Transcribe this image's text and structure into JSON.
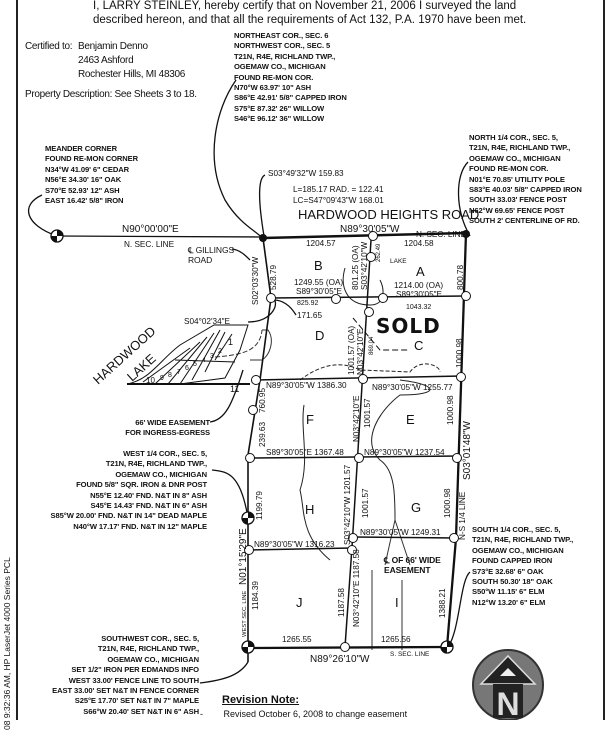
{
  "certification": {
    "line1": "I, LARRY STEINLEY, hereby certify that on November 21, 2006 I surveyed the land",
    "line2": "described hereon, and that all the requirements of Act 132, P.A. 1970 have been met."
  },
  "certified_to": {
    "label": "Certified to:",
    "name": "Benjamin Denno",
    "street": "2463 Ashford",
    "city": "Rochester Hills, MI 48306"
  },
  "property_description": "Property Description: See Sheets 3 to 18.",
  "callouts": {
    "ne_sec6": [
      "NORTHEAST COR., SEC. 6",
      "NORTHWEST COR., SEC. 5",
      "T21N, R4E, RICHLAND TWP.,",
      "OGEMAW CO., MICHIGAN",
      "FOUND RE-MON COR.",
      "N70°W 63.97' 10\" ASH",
      "S86°E 42.91' 5/8\" CAPPED IRON",
      "S75°E 87.32' 26\" WILLOW",
      "S46°E 96.12' 36\" WILLOW"
    ],
    "meander": [
      "MEANDER CORNER",
      "FOUND RE-MON CORNER",
      "N34°W 41.09' 6\" CEDAR",
      "N56°E 34.30' 16\" OAK",
      "S70°E 52.93' 12\" ASH",
      "EAST 16.42' 5/8\" IRON"
    ],
    "north_quarter": [
      "NORTH 1/4 COR., SEC. 5,",
      "T21N, R4E, RICHLAND TWP.,",
      "OGEMAW CO., MICHIGAN",
      "FOUND RE-MON COR.",
      "N01°E 70.85' UTILITY POLE",
      "S83°E 40.03' 5/8\" CAPPED IRON",
      "SOUTH 33.03' FENCE POST",
      "N62°W 69.65' FENCE POST",
      "SOUTH 2' CENTERLINE OF RD."
    ],
    "west_quarter": [
      "WEST 1/4 COR., SEC. 5,",
      "T21N, R4E, RICHLAND TWP.,",
      "OGEMAW CO., MICHIGAN",
      "FOUND 5/8\" SQR. IRON & DNR POST",
      "N55°E 12.40' FND. N&T IN 8\" ASH",
      "S45°E 14.43' FND. N&T IN 6\" ASH",
      "S85°W 20.00' FND. N&T IN 14\" DEAD MAPLE",
      "N40°W 17.17' FND. N&T IN 12\" MAPLE"
    ],
    "southwest": [
      "SOUTHWEST COR., SEC. 5,",
      "T21N, R4E, RICHLAND TWP.,",
      "OGEMAW CO., MICHIGAN",
      "SET 1/2\" IRON PER EDMANDS INFO",
      "WEST 33.00' FENCE LINE TO SOUTH",
      "EAST 33.00' SET N&T IN FENCE CORNER",
      "S25°E 17.70' SET N&T IN 7\" MAPLE",
      "S66°W 20.40' SET N&T IN 6\" ASH"
    ],
    "south_quarter": [
      "SOUTH 1/4 COR., SEC. 5,",
      "T21N, R4E, RICHLAND TWP.,",
      "OGEMAW CO., MICHIGAN",
      "FOUND CAPPED IRON",
      "S73°E 32.68' 6\" OAK",
      "SOUTH 50.30' 18\" OAK",
      "S50°W 11.15' 6\" ELM",
      "N12°W 13.20' 6\" ELM"
    ],
    "easement_ingress": [
      "66' WIDE EASEMENT",
      "FOR INGRESS-EGRESS"
    ],
    "easement_cl": [
      "℄ OF 66' WIDE",
      "EASEMENT"
    ],
    "gillings": [
      "℄ GILLINGS",
      "ROAD"
    ]
  },
  "map": {
    "road_name": "HARDWOOD HEIGHTS ROAD",
    "lake_name": "HARDWOOD",
    "lake_name2": "LAKE",
    "lake_label": "LAKE",
    "sold": "SOLD",
    "lots": {
      "A": "A",
      "B": "B",
      "C": "C",
      "D": "D",
      "E": "E",
      "F": "F",
      "G": "G",
      "H": "H",
      "I": "I",
      "J": "J"
    },
    "sublots": [
      "1",
      "2",
      "3",
      "4",
      "5",
      "6",
      "7",
      "8",
      "9",
      "10",
      "11"
    ],
    "dims": {
      "n_line_west": "N90°00'00\"E",
      "n_sec_line": "N. SEC. LINE",
      "curve_chord_bearing": "S03°49'32\"W 159.83",
      "curve_l_rad": "L=185.17   RAD. = 122.41",
      "curve_lc": "LC=S47°09'43\"W 168.01",
      "n_line_bearing": "N89°30'05\"W",
      "n_sec_line2": "N. SEC. LINE",
      "b_north": "1204.57",
      "a_north": "1204.58",
      "west_b_bearing": "S02°03'30\"W",
      "west_b_len": "528.79",
      "ab_len": "801.25 (OA)",
      "ab_bearing": "S03°42'10\"W",
      "ab_short": "262.49",
      "a_east": "800.78",
      "bd_len": "1249.55 (OA)",
      "bd_bearing": "S89°30'05\"E",
      "bd_short": "825.92",
      "ac_len": "1214.00 (OA)",
      "ac_bearing": "S89°30'05\"E",
      "ac_short": "1043.32",
      "d_171": "171.65",
      "d_bearing": "S04°02'34\"E",
      "dc_len": "1001.57 (OA)",
      "dc_bearing": "N03°42'10\"E",
      "dc_short": "869.04",
      "c_east": "1000.98",
      "w_760": "760.95",
      "w_239": "239.63",
      "df_line": "N89°30'05\"W 1386.30",
      "ce_line": "N89°30'05\"W 1255.77",
      "fe_len": "1001.57",
      "fe_bearing": "N03°42'10\"E",
      "e_east": "1000.98",
      "east_bearing": "S03°01'48\"W",
      "fh_line": "S89°30'05\"E 1367.48",
      "eg_line": "N89°30'05\"W 1237.54",
      "w_1199": "1199.79",
      "west_bearing": "N01°15'29\"E",
      "hg_bearing": "S03°42'10\"W 1201.57",
      "hg_len": "1001.57",
      "g_east": "1000.98",
      "ns_line": "N-S 1/4 LINE",
      "gi_line": "N89°30'05\"W 1249.31",
      "hj_line": "N89°30'05\"W 1316.23",
      "ji_len": "1187.58",
      "ji_bearing": "N03°42'10\"E 1187.58",
      "i_east": "1388.21",
      "west_sec_line": "WEST SEC. LINE",
      "j_west": "1184.39",
      "j_south": "1265.55",
      "i_south": "1265.56",
      "s_bearing": "N89°26'10\"W",
      "s_sec_line": "S. SEC. LINE"
    }
  },
  "north_arrow": "N",
  "revision": {
    "title": "Revision Note:",
    "dash": "-",
    "text": "Revised October 6, 2008 to change easement"
  },
  "print_stamp": "08 9:32:36 AM, HP LaserJet 4000 Series PCL"
}
